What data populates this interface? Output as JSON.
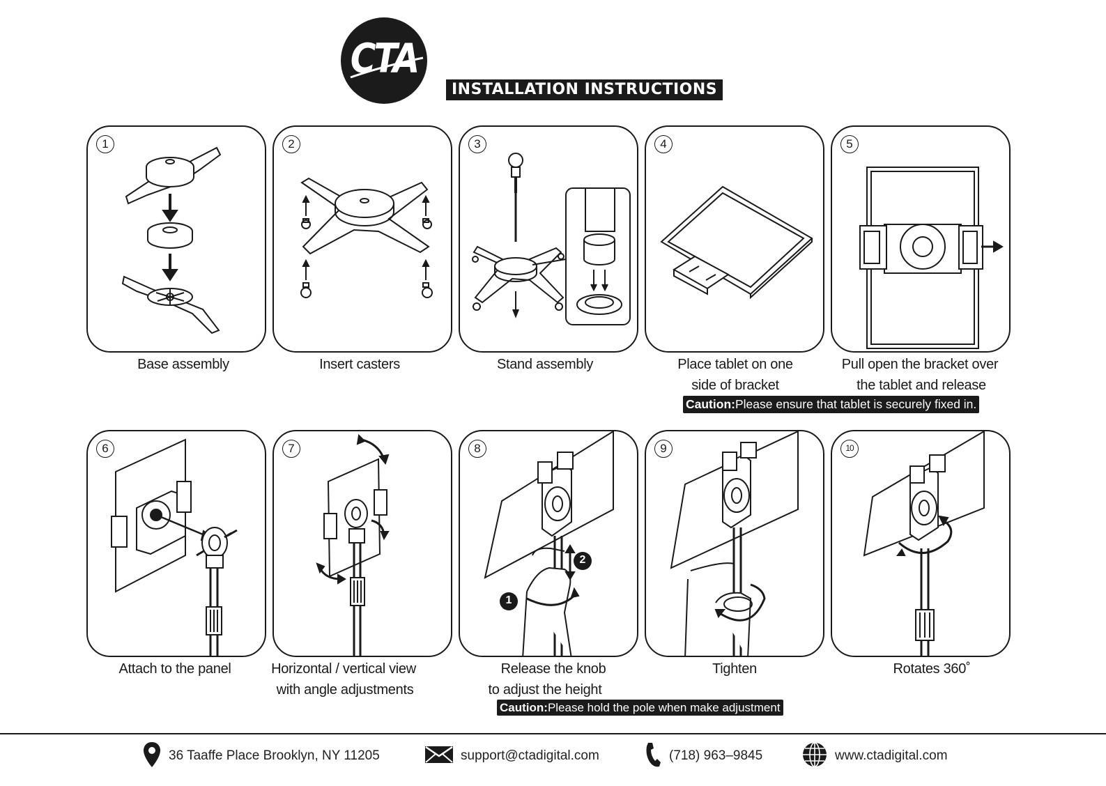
{
  "brand": {
    "logo_text": "CTA",
    "title": "INSTALLATION INSTRUCTIONS"
  },
  "steps": [
    {
      "num": "1",
      "caption": [
        "Base assembly"
      ]
    },
    {
      "num": "2",
      "caption": [
        "Insert casters"
      ]
    },
    {
      "num": "3",
      "caption": [
        "Stand assembly"
      ]
    },
    {
      "num": "4",
      "caption": [
        "Place tablet on one",
        "side of bracket"
      ]
    },
    {
      "num": "5",
      "caption": [
        "Pull open the bracket over",
        "the tablet and release"
      ]
    },
    {
      "num": "6",
      "caption": [
        "Attach to the panel"
      ]
    },
    {
      "num": "7",
      "caption": [
        "Horizontal / vertical view",
        "with angle adjustments"
      ]
    },
    {
      "num": "8",
      "caption": [
        "Release the knob",
        "to adjust the height"
      ]
    },
    {
      "num": "9",
      "caption": [
        "Tighten"
      ]
    },
    {
      "num": "10",
      "caption": [
        "Rotates 360˚"
      ]
    }
  ],
  "cautions": [
    {
      "label": "Caution:",
      "text": "Please ensure that tablet is securely fixed in."
    },
    {
      "label": "Caution:",
      "text": "Please hold the pole when make adjustment"
    }
  ],
  "step8_markers": [
    "1",
    "2"
  ],
  "footer": {
    "address": "36 Taaffe Place Brooklyn, NY 11205",
    "email": "support@ctadigital.com",
    "phone": "(718) 963–9845",
    "website": "www.ctadigital.com"
  },
  "icons": [
    "location-pin-icon",
    "envelope-icon",
    "phone-icon",
    "globe-icon"
  ],
  "colors": {
    "ink": "#1a1a1a",
    "paper": "#ffffff"
  }
}
